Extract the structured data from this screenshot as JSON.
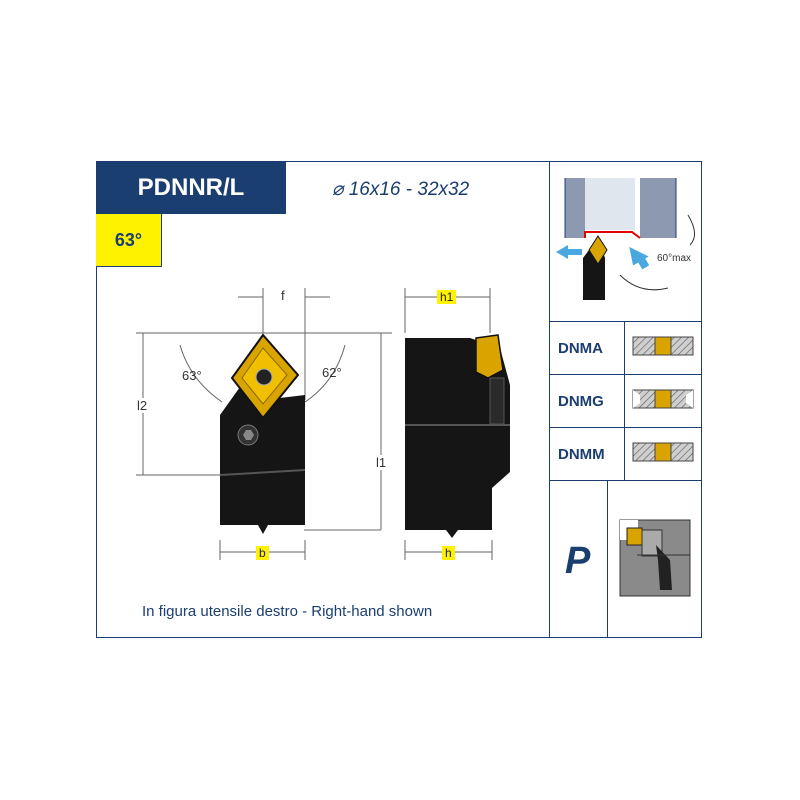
{
  "header": {
    "code": "PDNNR/L",
    "angle": "63°",
    "size_range": "16x16 - 32x32",
    "size_symbol": "⌀"
  },
  "dimensions": {
    "f": "f",
    "h1": "h1",
    "l2": "l2",
    "l1": "l1",
    "b": "b",
    "h": "h",
    "angle_left": "63°",
    "angle_right": "62°",
    "angle_max": "60°max"
  },
  "inserts": [
    {
      "code": "DNMA"
    },
    {
      "code": "DNMG"
    },
    {
      "code": "DNMM"
    }
  ],
  "clamping": {
    "label": "P"
  },
  "caption": "In figura utensile destro  -  Right-hand shown",
  "colors": {
    "navy": "#1b3e70",
    "yellow": "#fff200",
    "gold": "#d9a400",
    "tool": "#151515"
  }
}
